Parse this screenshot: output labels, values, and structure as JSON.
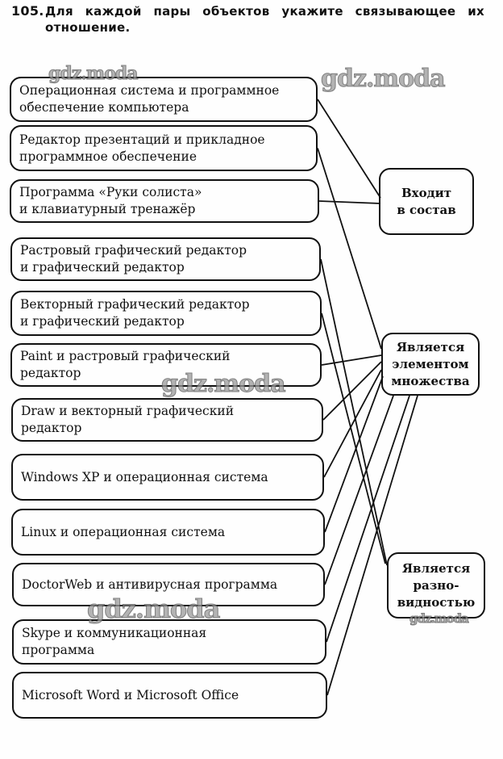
{
  "task": {
    "number": "105.",
    "text": "Для каждой пары объектов укажите связывающее их отношение."
  },
  "pairs": [
    {
      "label": "Операционная система и программное\nобеспечение компьютера",
      "relation": "includes"
    },
    {
      "label": "Редактор презентаций и прикладное\nпрограммное обеспечение",
      "relation": "element"
    },
    {
      "label": "Программа «Руки солиста»\nи клавиатурный тренажёр",
      "relation": "includes"
    },
    {
      "label": "Растровый графический редактор\nи графический редактор",
      "relation": "variety"
    },
    {
      "label": "Векторный графический редактор\nи графический редактор",
      "relation": "variety"
    },
    {
      "label": "Paint и растровый графический\nредактор",
      "relation": "element"
    },
    {
      "label": "Draw и векторный графический\nредактор",
      "relation": "element"
    },
    {
      "label": "Windows XP и операционная система",
      "relation": "element"
    },
    {
      "label": "Linux и операционная система",
      "relation": "element"
    },
    {
      "label": "DoctorWeb и антивирусная программа",
      "relation": "element"
    },
    {
      "label": "Skype и коммуникационная\nпрограмма",
      "relation": "element"
    },
    {
      "label": "Microsoft Word и Microsoft Office",
      "relation": "element"
    }
  ],
  "relations": {
    "includes": "Входит\nв состав",
    "element": "Является\nэлементом\nмножества",
    "variety": "Является\nразно-\nвидностью"
  },
  "watermarks": [
    "gdz.moda",
    "gdz.moda",
    "gdz.moda",
    "gdz.moda",
    "gdz.moda"
  ]
}
